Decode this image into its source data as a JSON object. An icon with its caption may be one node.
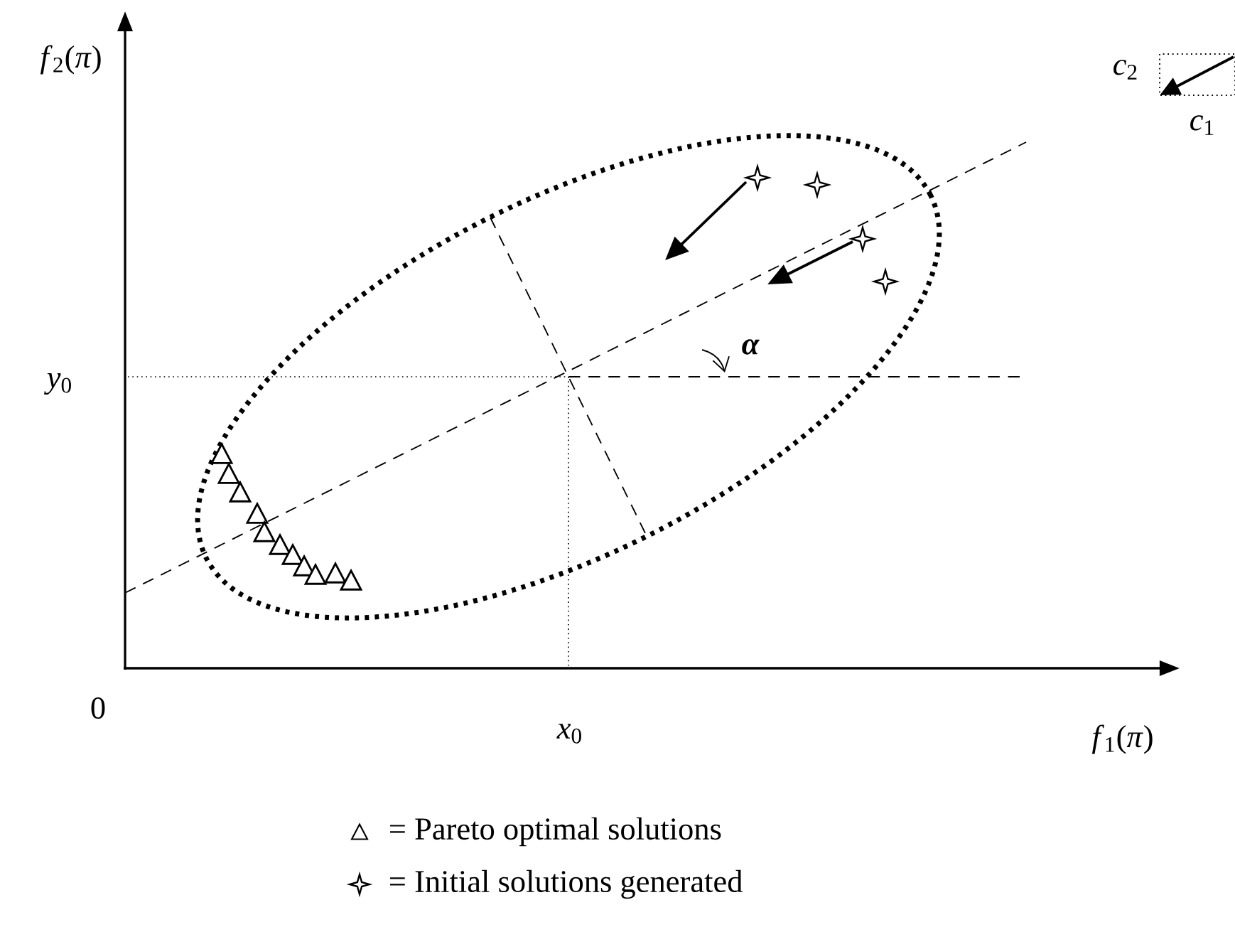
{
  "diagram": {
    "labels": [
      "*f*$_{2}$(*π*)",
      "*c*$_{2}$",
      "*c*$_{1}$",
      "α",
      "*y*$_{0}$",
      "0",
      "*x*$_{0}$",
      "*f*$_{1}$(*π*)"
    ],
    "legend": [
      {
        "text": "= Pareto optimal solutions"
      },
      {
        "text": "= Initial solutions generated"
      }
    ]
  }
}
